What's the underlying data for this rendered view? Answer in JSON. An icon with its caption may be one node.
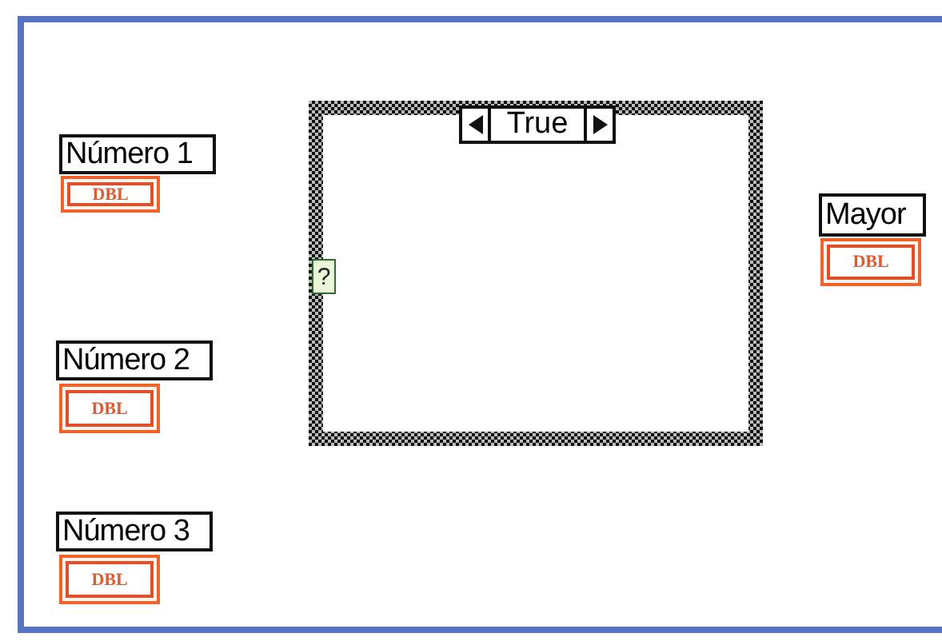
{
  "diagram": {
    "nodes": [
      {
        "text": [
          "Número 1"
        ]
      },
      {
        "text": [
          "DBL"
        ]
      },
      {
        "text": [],
        "shape": "box"
      },
      {
        "text": [
          "True"
        ],
        "in": 2
      },
      {
        "text": [
          "?"
        ],
        "in": 2
      },
      {
        "text": [
          "Mayor"
        ]
      },
      {
        "text": [
          "DBL"
        ]
      },
      {
        "text": [
          "Número 2"
        ]
      },
      {
        "text": [
          "DBL"
        ]
      },
      {
        "text": [
          "Número 3"
        ]
      },
      {
        "text": [
          "DBL"
        ]
      }
    ]
  }
}
